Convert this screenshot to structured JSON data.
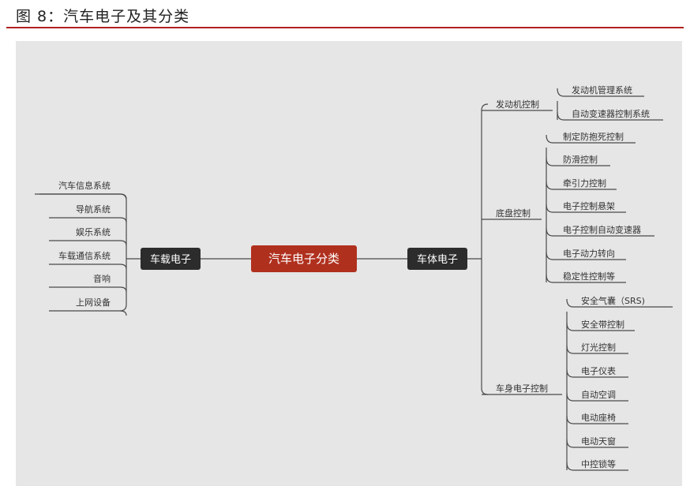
{
  "header": {
    "title": "图 8：汽车电子及其分类"
  },
  "mindmap": {
    "root": "汽车电子分类",
    "left": {
      "label": "车载电子",
      "children": [
        "汽车信息系统",
        "导航系统",
        "娱乐系统",
        "车载通信系统",
        "音响",
        "上网设备"
      ]
    },
    "right": {
      "label": "车体电子",
      "groups": [
        {
          "label": "发动机控制",
          "children": [
            "发动机管理系统",
            "自动变速器控制系统"
          ]
        },
        {
          "label": "底盘控制",
          "children": [
            "制定防抱死控制",
            "防滑控制",
            "牵引力控制",
            "电子控制悬架",
            "电子控制自动变速器",
            "电子动力转向",
            "稳定性控制等"
          ]
        },
        {
          "label": "车身电子控制",
          "children": [
            "安全气囊（SRS)",
            "安全带控制",
            "灯光控制",
            "电子仪表",
            "自动空调",
            "电动座椅",
            "电动天窗",
            "中控锁等"
          ]
        }
      ]
    }
  },
  "colors": {
    "root": "#b0301e",
    "node": "#2c2c2c",
    "line": "#4a4a4a",
    "bg": "#e6e6e6",
    "rule": "#b0201e"
  }
}
